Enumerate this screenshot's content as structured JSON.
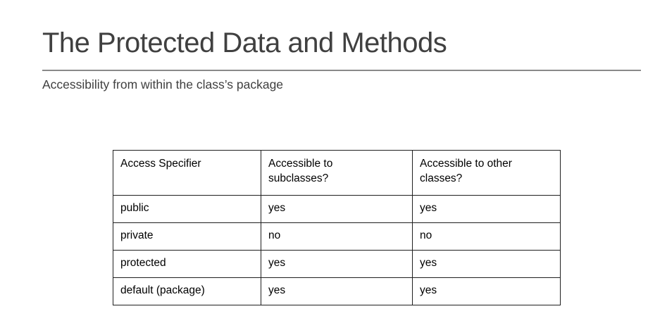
{
  "slide": {
    "title": "The Protected Data and Methods",
    "subtitle": "Accessibility from within the class’s package"
  },
  "table": {
    "headers": [
      "Access Specifier",
      "Accessible to subclasses?",
      "Accessible to other classes?"
    ],
    "rows": [
      [
        "public",
        "yes",
        "yes"
      ],
      [
        "private",
        "no",
        "no"
      ],
      [
        "protected",
        "yes",
        "yes"
      ],
      [
        "default (package)",
        "yes",
        "yes"
      ]
    ]
  },
  "colors": {
    "background": "#ffffff",
    "title_text": "#404040",
    "subtitle_text": "#3f3f3f",
    "divider": "#8a8a8a",
    "table_border": "#1f1f1f",
    "table_text": "#000000"
  }
}
